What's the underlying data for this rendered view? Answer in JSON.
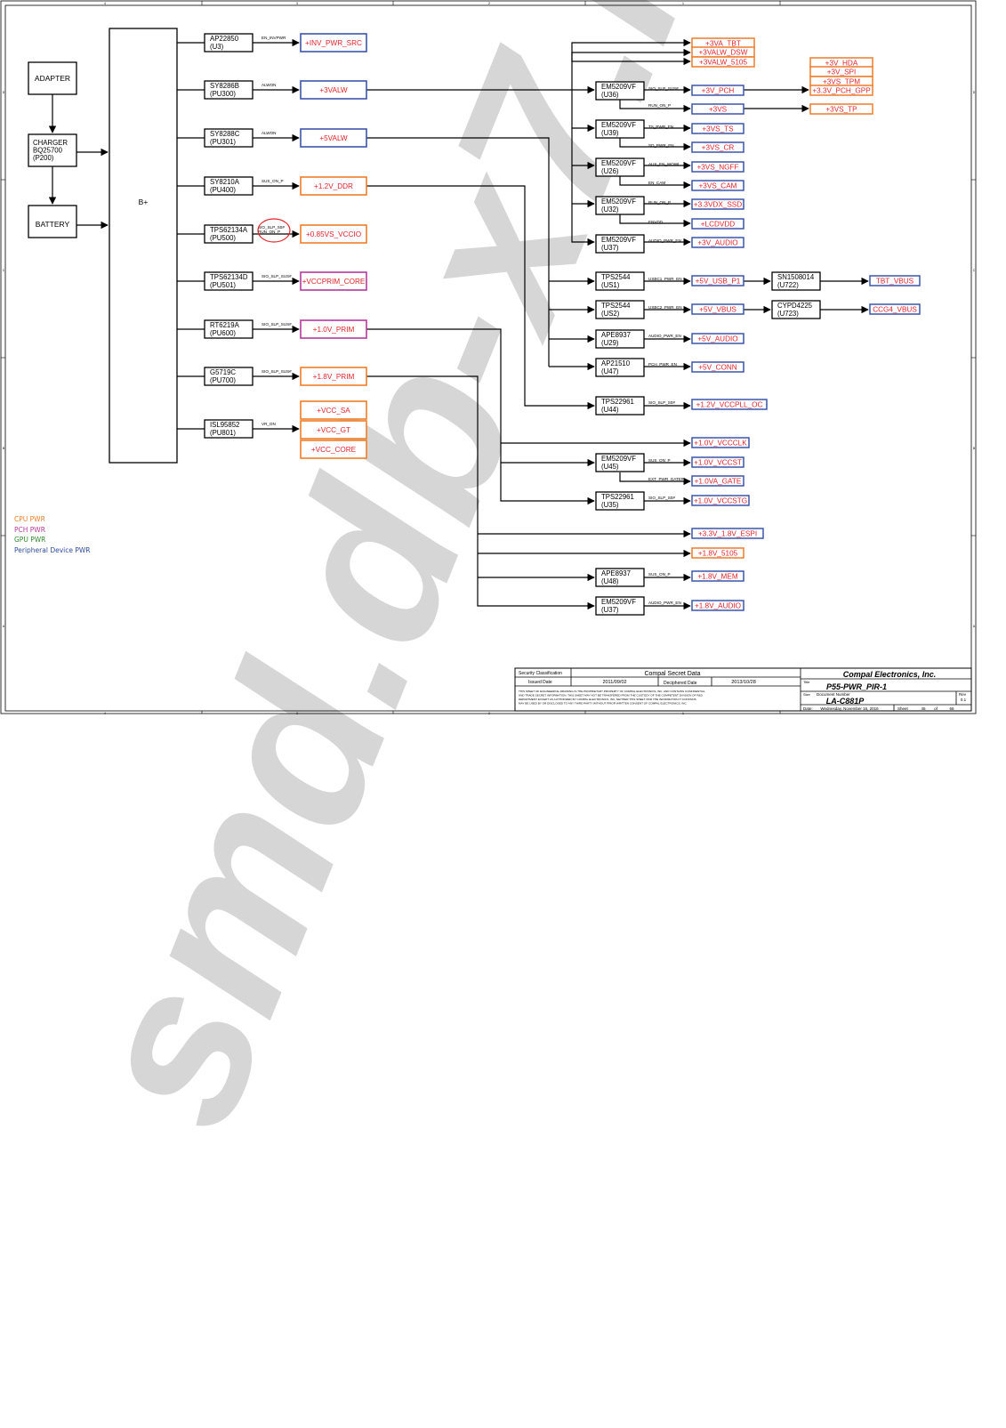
{
  "watermark": "smd.db-x7.ru",
  "inputs": {
    "adapter": "ADAPTER",
    "charger_lines": [
      "CHARGER",
      "BQ25700",
      "(P200)"
    ],
    "battery": "BATTERY",
    "bplus": "B+"
  },
  "left_regulators": [
    {
      "id": "u3",
      "chip": "AP22850",
      "ref": "(U3)",
      "signal": "EN_INVPWR",
      "rail": "+INV_PWR_SRC",
      "group": "peripheral"
    },
    {
      "id": "pu300",
      "chip": "SY8286B",
      "ref": "(PU300)",
      "signal": "ALWON",
      "rail": "+3VALW",
      "group": "peripheral"
    },
    {
      "id": "pu301",
      "chip": "SY8288C",
      "ref": "(PU301)",
      "signal": "ALWON",
      "rail": "+5VALW",
      "group": "peripheral"
    },
    {
      "id": "pu400",
      "chip": "SY8210A",
      "ref": "(PU400)",
      "signal": "SUS_ON_P",
      "rail": "+1.2V_DDR",
      "group": "cpu"
    },
    {
      "id": "pu500",
      "chip": "TPS62134A",
      "ref": "(PU500)",
      "signal": "SIO_SLP_S0#",
      "signal2": "RUN_ON_P",
      "rail": "+0.85VS_VCCIO",
      "group": "cpu"
    },
    {
      "id": "pu501",
      "chip": "TPS62134D",
      "ref": "(PU501)",
      "signal": "SIO_SLP_SUS#",
      "rail": "+VCCPRIM_CORE",
      "group": "pch"
    },
    {
      "id": "pu600",
      "chip": "RT6219A",
      "ref": "(PU600)",
      "signal": "SIO_SLP_SUS#",
      "rail": "+1.0V_PRIM",
      "group": "pch"
    },
    {
      "id": "pu700",
      "chip": "G5719C",
      "ref": "(PU700)",
      "signal": "SIO_SLP_SUS#",
      "rail": "+1.8V_PRIM",
      "group": "cpu"
    },
    {
      "id": "pu801",
      "chip": "ISL95852",
      "ref": "(PU801)",
      "signal": "VR_ON",
      "rails": [
        "+VCC_SA",
        "+VCC_GT",
        "+VCC_CORE"
      ],
      "group": "cpu"
    }
  ],
  "right_switches": [
    {
      "id": "u36",
      "chip": "EM5209VF",
      "ref": "(U36)"
    },
    {
      "id": "u39",
      "chip": "EM5209VF",
      "ref": "(U39)"
    },
    {
      "id": "u26",
      "chip": "EM5209VF",
      "ref": "(U26)"
    },
    {
      "id": "u32",
      "chip": "EM5209VF",
      "ref": "(U32)"
    },
    {
      "id": "u37a",
      "chip": "EM5209VF",
      "ref": "(U37)"
    },
    {
      "id": "us1",
      "chip": "TPS2544",
      "ref": "(US1)"
    },
    {
      "id": "us2",
      "chip": "TPS2544",
      "ref": "(US2)"
    },
    {
      "id": "u29",
      "chip": "APE8937",
      "ref": "(U29)"
    },
    {
      "id": "u47",
      "chip": "AP21510",
      "ref": "(U47)"
    },
    {
      "id": "u44",
      "chip": "TPS22961",
      "ref": "(U44)"
    },
    {
      "id": "u45",
      "chip": "EM5209VF",
      "ref": "(U45)"
    },
    {
      "id": "u35",
      "chip": "TPS22961",
      "ref": "(U35)"
    },
    {
      "id": "u48",
      "chip": "APE8937",
      "ref": "(U48)"
    },
    {
      "id": "u37b",
      "chip": "EM5209VF",
      "ref": "(U37)"
    },
    {
      "id": "u722",
      "chip": "SN1508014",
      "ref": "(U722)"
    },
    {
      "id": "u723",
      "chip": "CYPD4225",
      "ref": "(U723)"
    }
  ],
  "right_rails": [
    {
      "id": "r_3va_tbt",
      "label": "+3VA_TBT",
      "group": "cpu"
    },
    {
      "id": "r_3valw_dsw",
      "label": "+3VALW_DSW",
      "group": "cpu"
    },
    {
      "id": "r_3valw_5105",
      "label": "+3VALW_5105",
      "group": "cpu"
    },
    {
      "id": "r_3v_hda",
      "label": "+3V_HDA",
      "group": "cpu"
    },
    {
      "id": "r_3v_spi",
      "label": "+3V_SPI",
      "group": "cpu"
    },
    {
      "id": "r_3vs_tpm",
      "label": "+3VS_TPM",
      "group": "cpu"
    },
    {
      "id": "r_33v_pch_gpp",
      "label": "+3.3V_PCH_GPP",
      "group": "cpu"
    },
    {
      "id": "r_3v_pch",
      "label": "+3V_PCH",
      "group": "peripheral"
    },
    {
      "id": "r_3vs",
      "label": "+3VS",
      "group": "peripheral"
    },
    {
      "id": "r_3vs_tp",
      "label": "+3VS_TP",
      "group": "cpu"
    },
    {
      "id": "r_3vs_ts",
      "label": "+3VS_TS",
      "group": "peripheral"
    },
    {
      "id": "r_3vs_cr",
      "label": "+3VS_CR",
      "group": "peripheral"
    },
    {
      "id": "r_3vs_ngff",
      "label": "+3VS_NGFF",
      "group": "peripheral"
    },
    {
      "id": "r_3vs_cam",
      "label": "+3VS_CAM",
      "group": "peripheral"
    },
    {
      "id": "r_33vdx_ssd",
      "label": "+3.3VDX_SSD",
      "group": "peripheral"
    },
    {
      "id": "r_lcdvdd",
      "label": "+LCDVDD",
      "group": "peripheral"
    },
    {
      "id": "r_3v_audio",
      "label": "+3V_AUDIO",
      "group": "peripheral"
    },
    {
      "id": "r_5v_usb_p1",
      "label": "+5V_USB_P1",
      "group": "peripheral"
    },
    {
      "id": "r_tbt_vbus",
      "label": "TBT_VBUS",
      "group": "peripheral"
    },
    {
      "id": "r_5v_vbus",
      "label": "+5V_VBUS",
      "group": "peripheral"
    },
    {
      "id": "r_ccg4_vbus",
      "label": "CCG4_VBUS",
      "group": "peripheral"
    },
    {
      "id": "r_5v_audio",
      "label": "+5V_AUDIO",
      "group": "peripheral"
    },
    {
      "id": "r_5v_conn",
      "label": "+5V_CONN",
      "group": "peripheral"
    },
    {
      "id": "r_12v_vccpll_oc",
      "label": "+1.2V_VCCPLL_OC",
      "group": "peripheral"
    },
    {
      "id": "r_10v_vccclk",
      "label": "+1.0V_VCCCLK",
      "group": "peripheral"
    },
    {
      "id": "r_10v_vccst",
      "label": "+1.0V_VCCST",
      "group": "peripheral"
    },
    {
      "id": "r_10va_gate",
      "label": "+1.0VA_GATE",
      "group": "peripheral"
    },
    {
      "id": "r_10v_vccstg",
      "label": "+1.0V_VCCSTG",
      "group": "peripheral"
    },
    {
      "id": "r_33v_18v_espi",
      "label": "+3.3V_1.8V_ESPI",
      "group": "peripheral"
    },
    {
      "id": "r_18v_5105",
      "label": "+1.8V_5105",
      "group": "cpu"
    },
    {
      "id": "r_18v_mem",
      "label": "+1.8V_MEM",
      "group": "peripheral"
    },
    {
      "id": "r_18v_audio",
      "label": "+1.8V_AUDIO",
      "group": "peripheral"
    }
  ],
  "right_signals": {
    "s_sio_slp_sus_1": "SIO_SLP_SUS#",
    "s_run_on_p_1": "RUN_ON_P",
    "s_ts_pwr_en": "TS_PWR_EN",
    "s_sd_pwr_en": "SD_PWR_EN",
    "s_aux_en_wowl": "AUX_EN_WOWL",
    "s_en_cam": "EN_CAM",
    "s_run_on_p_2": "RUN_ON_P",
    "s_envdd": "ENVDD",
    "s_audio_pwr_en_1": "AUDIO_PWR_EN",
    "s_usbc1_pwr_en": "USBC1_PWR_EN",
    "s_usbc2_pwr_en": "USBC2_PWR_EN",
    "s_audio_pwr_en_2": "AUDIO_PWR_EN",
    "s_pch_pwr_en": "PCH_PWR_EN",
    "s_sio_slp_s0": "SIO_SLP_S0#",
    "s_sus_on_p": "SUS_ON_P",
    "s_ext_pwr_gate": "EXT_PWR_GATE#",
    "s_sio_slp_s0_2": "SIO_SLP_S0#",
    "s_sus_on_p_2": "SUS_ON_P",
    "s_audio_pwr_en_3": "AUDIO_PWR_EN"
  },
  "legend": [
    {
      "label": "CPU PWR",
      "color": "#ee7d2a"
    },
    {
      "label": "PCH PWR",
      "color": "#b43a9c"
    },
    {
      "label": "GPU PWR",
      "color": "#2e8b2e"
    },
    {
      "label": "Peripheral  Device  PWR",
      "color": "#2f4d9c"
    }
  ],
  "colors": {
    "cpu": "#ee7d2a",
    "pch": "#b43a9c",
    "gpu": "#2e8b2e",
    "peripheral": "#3c55a8",
    "rail_text": "#e0242a",
    "line": "#000000",
    "highlight": "#e0242a"
  },
  "title_block": {
    "security_label": "Security Classification",
    "security_value": "Compal Secret Data",
    "issued_label": "Issued Date",
    "issued_value": "2011/09/02",
    "deciphered_label": "Deciphered Date",
    "deciphered_value": "2013/10/28",
    "company": "Compal Electronics, Inc.",
    "title_label": "Title",
    "title": "P55-PWR_PIR-1",
    "size_label": "Size",
    "doc_label": "Document Number",
    "doc": "LA-C881P",
    "rev_label": "Rev",
    "rev": "0.1",
    "date_label": "Date:",
    "date": "Wednesday, November 16, 2016",
    "sheet_label": "Sheet",
    "sheet": "45",
    "of_label": "of",
    "of": "66",
    "notice": [
      "THIS SHEET OF ENGINEERING DRAWING IS THE PROPRIETARY PROPERTY OF COMPAL ELECTRONICS, INC. AND CONTAINS CONFIDENTIAL",
      "AND TRADE SECRET INFORMATION. THIS SHEET MAY NOT BE TRANSFERED FROM THE CUSTODY OF THE COMPETENT DIVISION OF R&D",
      "DEPARTMENT EXCEPT AS AUTHORIZED BY COMPAL ELECTRONICS, INC. NEITHER THIS SHEET NOR THE INFORMATION IT CONTAINS",
      "MAY BE USED BY OR DISCLOSED TO ANY THIRD PARTY WITHOUT PRIOR WRITTEN CONSENT OF COMPAL ELECTRONICS, INC."
    ]
  },
  "border": {
    "top_ticks": [
      "4",
      "3",
      "2",
      "1"
    ],
    "side_letters": [
      "D",
      "C",
      "B",
      "A"
    ]
  }
}
